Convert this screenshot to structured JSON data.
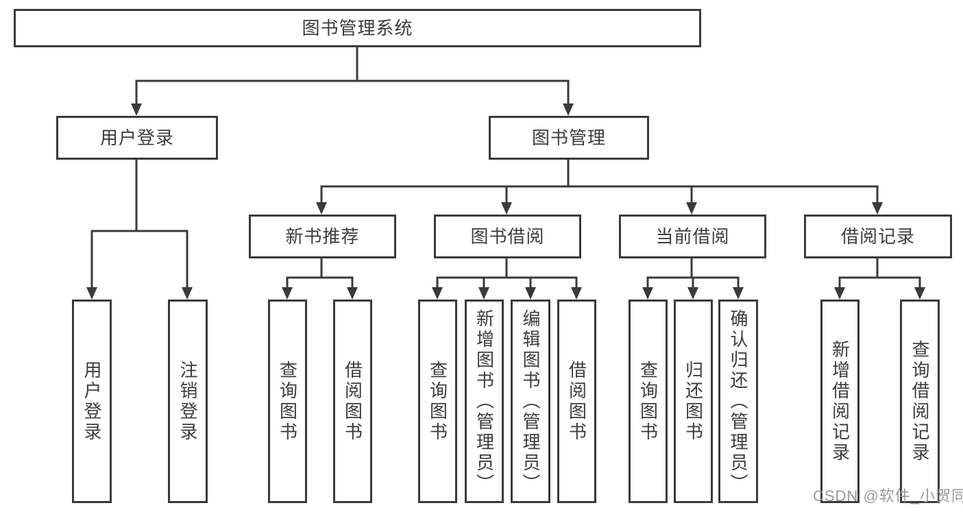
{
  "colors": {
    "line": "#3a3a3a",
    "box_border": "#3a3a3a",
    "box_fill": "#ffffff",
    "label_text": "#3c3c3c",
    "watermark_text": "#949494",
    "background": "#ffffff"
  },
  "tree": {
    "root": {
      "label": "图书管理系统",
      "children": [
        {
          "label": "用户登录",
          "children": [
            {
              "label": "用户登录"
            },
            {
              "label": "注销登录"
            }
          ]
        },
        {
          "label": "图书管理",
          "children": [
            {
              "label": "新书推荐",
              "children": [
                {
                  "label": "查询图书"
                },
                {
                  "label": "借阅图书"
                }
              ]
            },
            {
              "label": "图书借阅",
              "children": [
                {
                  "label": "查询图书"
                },
                {
                  "label": "新增图书（管理员）"
                },
                {
                  "label": "编辑图书（管理员）"
                },
                {
                  "label": "借阅图书"
                }
              ]
            },
            {
              "label": "当前借阅",
              "children": [
                {
                  "label": "查询图书"
                },
                {
                  "label": "归还图书"
                },
                {
                  "label": "确认归还（管理员）"
                }
              ]
            },
            {
              "label": "借阅记录",
              "children": [
                {
                  "label": "新增借阅记录"
                },
                {
                  "label": "查询借阅记录"
                }
              ]
            }
          ]
        }
      ]
    }
  },
  "watermark": {
    "text": "CSDN @软件_小贺同学"
  }
}
